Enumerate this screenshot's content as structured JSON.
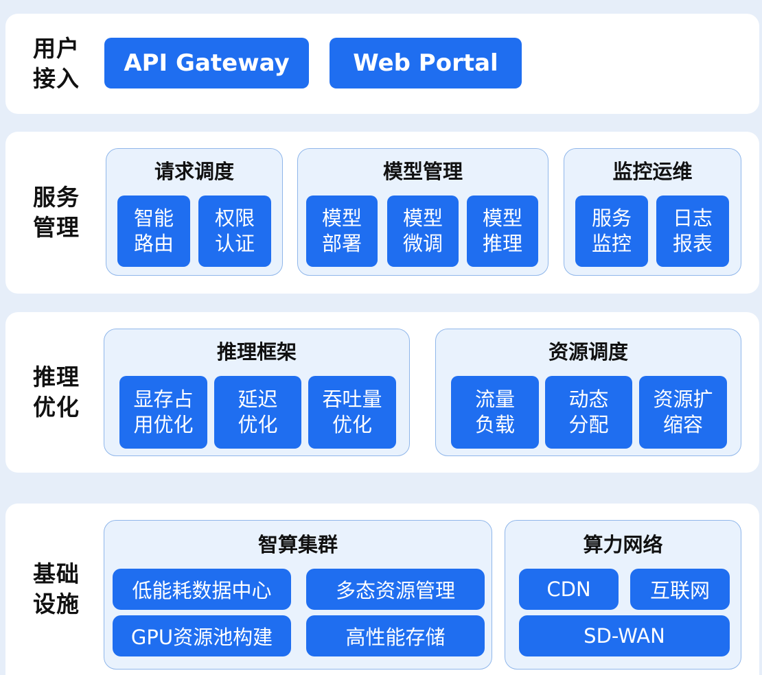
{
  "layers": {
    "access": {
      "label_line1": "用户",
      "label_line2": "接入",
      "items": [
        "API Gateway",
        "Web Portal"
      ]
    },
    "service": {
      "label_line1": "服务",
      "label_line2": "管理",
      "modules": [
        {
          "title": "请求调度",
          "items": [
            [
              "智能",
              "路由"
            ],
            [
              "权限",
              "认证"
            ]
          ]
        },
        {
          "title": "模型管理",
          "items": [
            [
              "模型",
              "部署"
            ],
            [
              "模型",
              "微调"
            ],
            [
              "模型",
              "推理"
            ]
          ]
        },
        {
          "title": "监控运维",
          "items": [
            [
              "服务",
              "监控"
            ],
            [
              "日志",
              "报表"
            ]
          ]
        }
      ]
    },
    "inference": {
      "label_line1": "推理",
      "label_line2": "优化",
      "modules": [
        {
          "title": "推理框架",
          "items": [
            [
              "显存占",
              "用优化"
            ],
            [
              "延迟",
              "优化"
            ],
            [
              "吞吐量",
              "优化"
            ]
          ]
        },
        {
          "title": "资源调度",
          "items": [
            [
              "流量",
              "负载"
            ],
            [
              "动态",
              "分配"
            ],
            [
              "资源扩",
              "缩容"
            ]
          ]
        }
      ]
    },
    "infra": {
      "label_line1": "基础",
      "label_line2": "设施",
      "modules": [
        {
          "title": "智算集群",
          "items": [
            "低能耗数据中心",
            "多态资源管理",
            "GPU资源池构建",
            "高性能存储"
          ]
        },
        {
          "title": "算力网络",
          "items": [
            "CDN",
            "互联网",
            "SD-WAN"
          ]
        }
      ]
    }
  },
  "colors": {
    "page_bg": "#e6eef9",
    "layer_bg": "#ffffff",
    "module_bg": "#e9f2fd",
    "module_border": "#8fb6ea",
    "accent_blue": "#1f6ef0",
    "label_text": "#111111"
  }
}
